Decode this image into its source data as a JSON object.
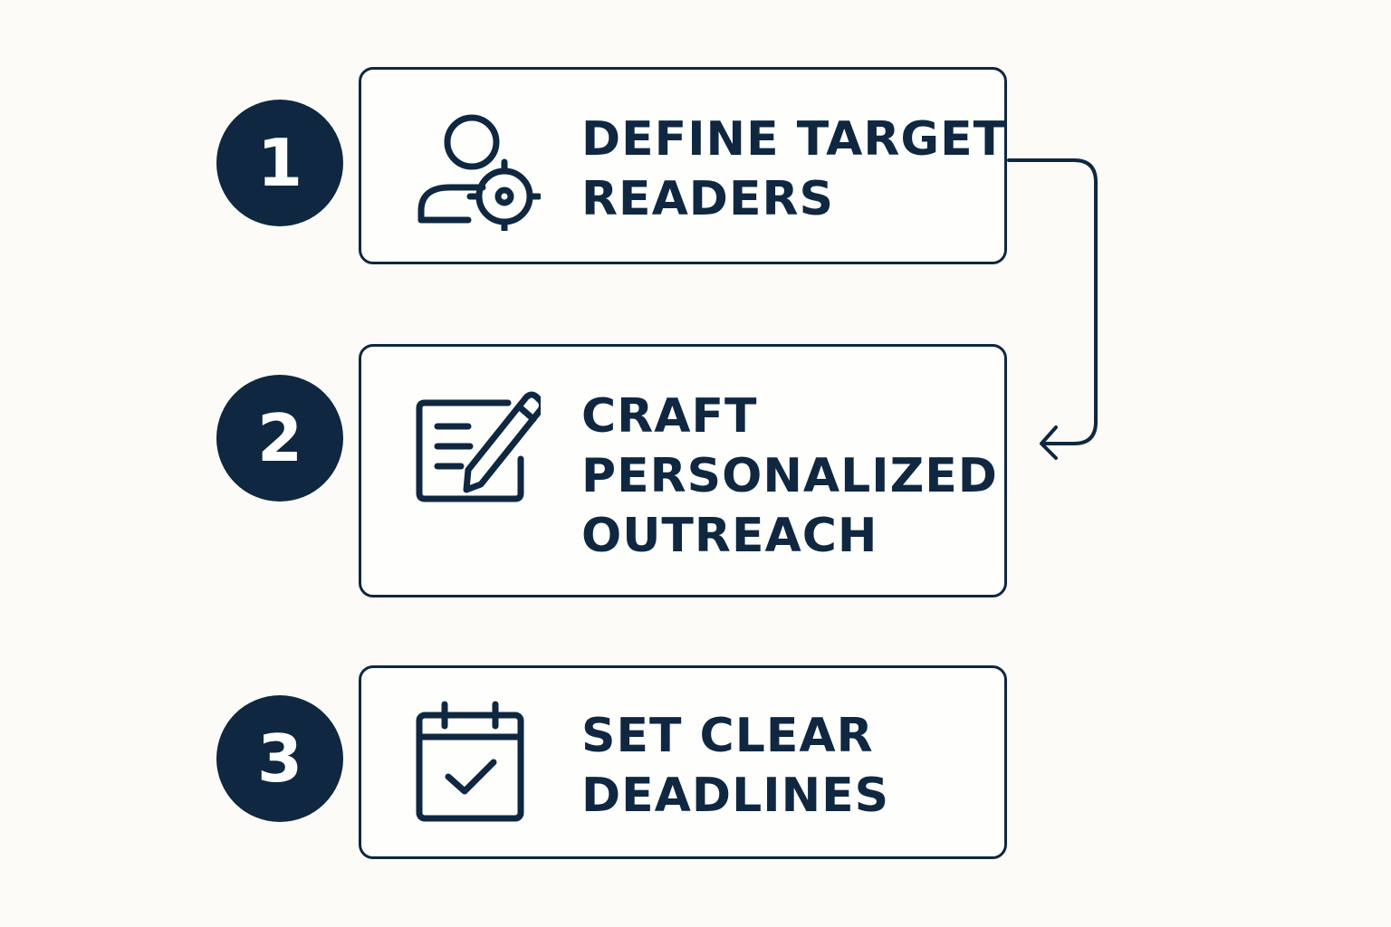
{
  "colors": {
    "primary": "#0f2740",
    "background": "#fcfbf7",
    "badge_text": "#ffffff"
  },
  "steps": [
    {
      "number": "1",
      "icon": "person-target-icon",
      "lines": [
        "DEFINE TARGET",
        "READERS"
      ]
    },
    {
      "number": "2",
      "icon": "document-pencil-icon",
      "lines": [
        "CRAFT",
        "PERSONALIZED",
        "OUTREACH"
      ]
    },
    {
      "number": "3",
      "icon": "calendar-check-icon",
      "lines": [
        "SET CLEAR",
        "DEADLINES"
      ]
    }
  ]
}
